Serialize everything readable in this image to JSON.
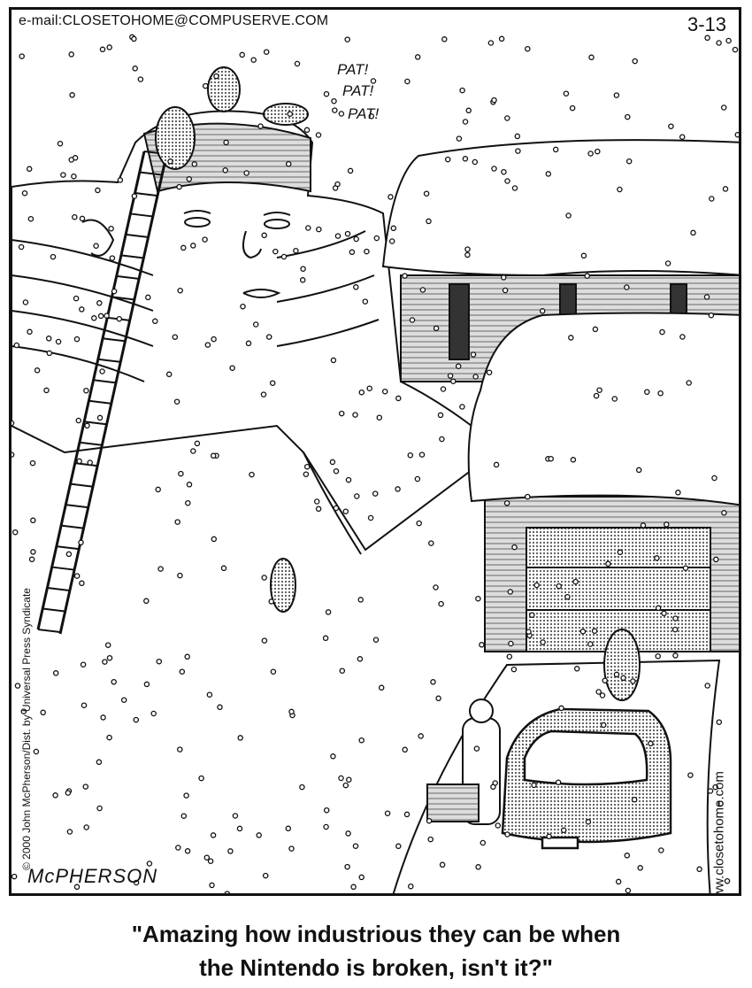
{
  "header": {
    "email": "e-mail:CLOSETOHOME@COMPUSERVE.COM",
    "date": "3-13"
  },
  "sound_effects": [
    "PAT!",
    "PAT!",
    "PAT!"
  ],
  "credits": {
    "copyright": "© 2000 John McPherson/Dist. by Universal Press Syndicate",
    "website": "www.closetohome.com",
    "signature": "McPHERSON"
  },
  "caption": {
    "line1": "\"Amazing how industrious they can be when",
    "line2": "the Nintendo is broken, isn't it?\""
  },
  "colors": {
    "ink": "#111111",
    "shade": "#bdbdbd",
    "paper": "#ffffff"
  }
}
